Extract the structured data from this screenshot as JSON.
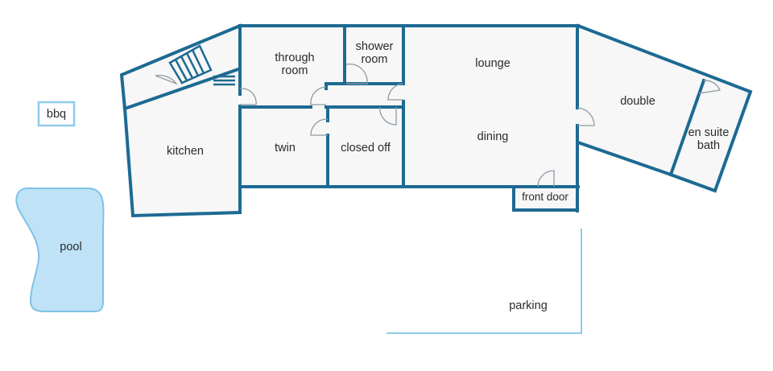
{
  "rooms": {
    "kitchen": "kitchen",
    "through_room": [
      "through",
      "room"
    ],
    "shower_room": [
      "shower",
      "room"
    ],
    "lounge": "lounge",
    "double": "double",
    "en_suite": [
      "en suite",
      "bath"
    ],
    "twin": "twin",
    "closed_off": "closed off",
    "dining": "dining",
    "front_door": "front door"
  },
  "outdoor": {
    "bbq": "bbq",
    "pool": "pool",
    "parking": "parking"
  },
  "colors": {
    "wall": "#1d6a93",
    "floor": "#f7f7f7",
    "pool": "#bfe2f7",
    "outline_light": "#8fcbea"
  }
}
